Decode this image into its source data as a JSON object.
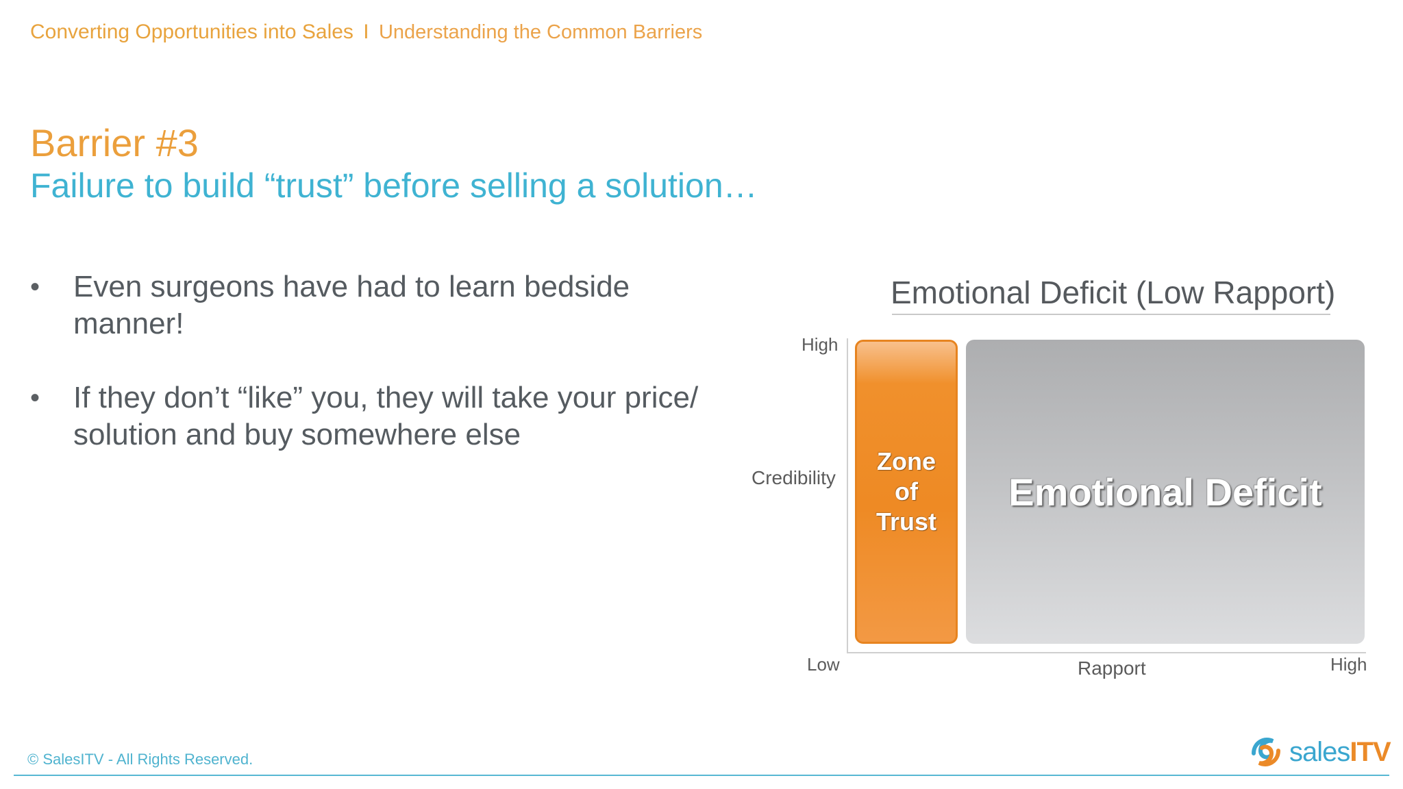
{
  "header": {
    "course": "Converting Opportunities into Sales",
    "separator": "I",
    "section": "Understanding the Common Barriers"
  },
  "slide": {
    "barrier": "Barrier #3",
    "subtitle": "Failure to build “trust” before selling a solution…"
  },
  "bullets": [
    {
      "glyph": "•",
      "text": "Even surgeons have had to learn bedside manner!"
    },
    {
      "glyph": "•",
      "text": "If they don’t “like” you, they will take your price/ solution and buy somewhere else"
    }
  ],
  "diagram": {
    "title": "Emotional Deficit (Low Rapport)",
    "y_axis": {
      "label": "Credibility",
      "high": "High"
    },
    "x_axis": {
      "label": "Rapport",
      "low": "Low",
      "high": "High"
    },
    "zone_of_trust": {
      "line1": "Zone",
      "line2": "of",
      "line3": "Trust",
      "color": "#ee8a24"
    },
    "emotional_deficit": {
      "label": "Emotional Deficit",
      "color": "#bdbec0"
    }
  },
  "footer": {
    "copyright": "© SalesITV  - All Rights Reserved."
  },
  "logo": {
    "icon": "swirl-logo-icon",
    "part1": "sales",
    "part2": "ITV",
    "color_blue": "#3aa6cf",
    "color_orange": "#eb8a28"
  }
}
